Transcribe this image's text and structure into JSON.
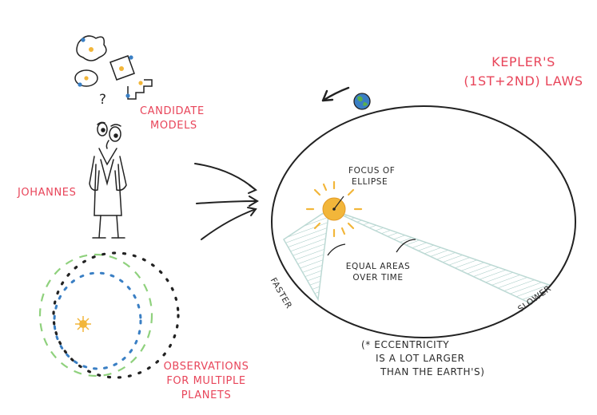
{
  "title": {
    "line1": "KEPLER'S",
    "line2": "(1st+2nd) LAWS"
  },
  "labels": {
    "candidate_models": {
      "line1": "CANDIDATE",
      "line2": "MODELS"
    },
    "johannes": "JOHANNES",
    "observations": {
      "line1": "OBSERVATIONS",
      "line2": "FOR MULTIPLE",
      "line3": "PLANETS"
    },
    "focus": {
      "line1": "FOCUS OF",
      "line2": "ELLIPSE"
    },
    "equal_areas": {
      "line1": "EQUAL AREAS",
      "line2": "OVER TIME"
    },
    "faster": "FASTER",
    "slower": "SLOWER",
    "question_mark": "?",
    "footnote": {
      "line1": "(* ECCENTRICITY",
      "line2": "IS A LOT LARGER",
      "line3": "THAN THE EARTH'S)"
    }
  },
  "colors": {
    "accent_red": "#e8455a",
    "sun": "#f2b63a",
    "sweep_fill": "#cde4e0",
    "ink": "#222222",
    "earth_blue": "#3a7fc4",
    "earth_green": "#5ab04a"
  },
  "icons": [
    "earth-icon",
    "sun-icon",
    "direction-arrow-icon",
    "star-icon"
  ]
}
